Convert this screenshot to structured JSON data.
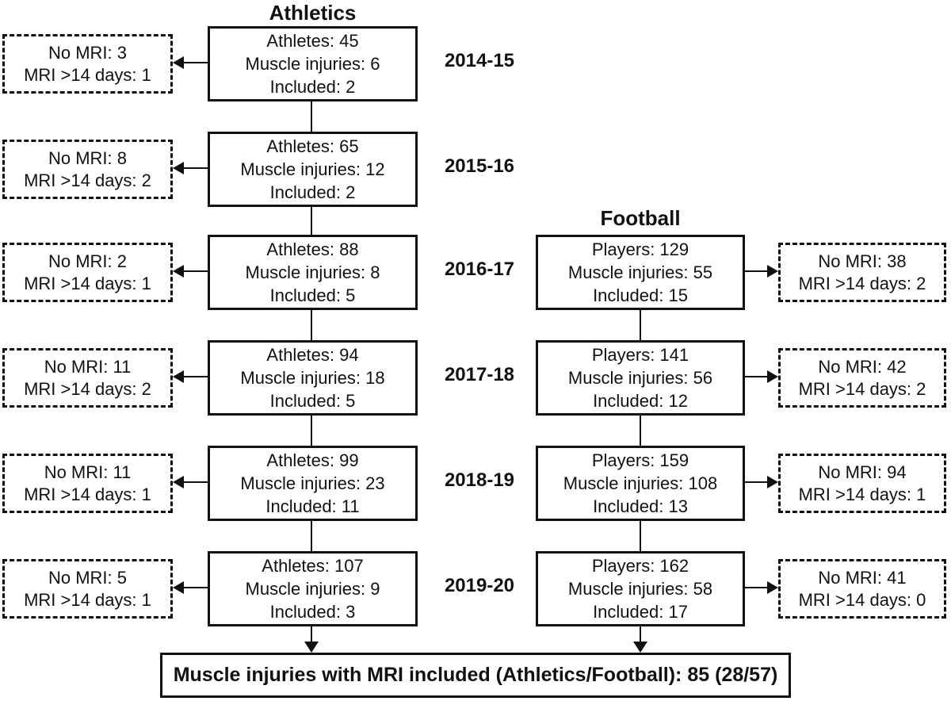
{
  "figure": {
    "background_color": "#ffffff",
    "line_color": "#111111"
  },
  "seasons": [
    "2014-15",
    "2015-16",
    "2016-17",
    "2017-18",
    "2018-19",
    "2019-20"
  ],
  "athletics": {
    "title": "Athletics",
    "rows": [
      {
        "season": "2014-15",
        "box": {
          "line1": "Athletes: 45",
          "line2": "Muscle injuries: 6",
          "line3": "Included: 2"
        },
        "excluded": {
          "line1": "No MRI: 3",
          "line2": "MRI >14 days: 1"
        }
      },
      {
        "season": "2015-16",
        "box": {
          "line1": "Athletes: 65",
          "line2": "Muscle injuries: 12",
          "line3": "Included: 2"
        },
        "excluded": {
          "line1": "No MRI: 8",
          "line2": "MRI >14 days: 2"
        }
      },
      {
        "season": "2016-17",
        "box": {
          "line1": "Athletes: 88",
          "line2": "Muscle injuries: 8",
          "line3": "Included: 5"
        },
        "excluded": {
          "line1": "No MRI: 2",
          "line2": "MRI >14 days: 1"
        }
      },
      {
        "season": "2017-18",
        "box": {
          "line1": "Athletes: 94",
          "line2": "Muscle injuries: 18",
          "line3": "Included: 5"
        },
        "excluded": {
          "line1": "No MRI: 11",
          "line2": "MRI >14 days: 2"
        }
      },
      {
        "season": "2018-19",
        "box": {
          "line1": "Athletes: 99",
          "line2": "Muscle injuries: 23",
          "line3": "Included: 11"
        },
        "excluded": {
          "line1": "No MRI: 11",
          "line2": "MRI >14 days: 1"
        }
      },
      {
        "season": "2019-20",
        "box": {
          "line1": "Athletes: 107",
          "line2": "Muscle injuries: 9",
          "line3": "Included: 3"
        },
        "excluded": {
          "line1": "No MRI: 5",
          "line2": "MRI >14 days: 1"
        }
      }
    ]
  },
  "football": {
    "title": "Football",
    "rows": [
      {
        "season": "2016-17",
        "box": {
          "line1": "Players: 129",
          "line2": "Muscle injuries: 55",
          "line3": "Included: 15"
        },
        "excluded": {
          "line1": "No MRI: 38",
          "line2": "MRI >14 days: 2"
        }
      },
      {
        "season": "2017-18",
        "box": {
          "line1": "Players: 141",
          "line2": "Muscle injuries: 56",
          "line3": "Included: 12"
        },
        "excluded": {
          "line1": "No MRI: 42",
          "line2": "MRI >14 days: 2"
        }
      },
      {
        "season": "2018-19",
        "box": {
          "line1": "Players: 159",
          "line2": "Muscle injuries: 108",
          "line3": "Included: 13"
        },
        "excluded": {
          "line1": "No MRI: 94",
          "line2": "MRI >14 days: 1"
        }
      },
      {
        "season": "2019-20",
        "box": {
          "line1": "Players: 162",
          "line2": "Muscle injuries: 58",
          "line3": "Included: 17"
        },
        "excluded": {
          "line1": "No MRI: 41",
          "line2": "MRI >14 days: 0"
        }
      }
    ]
  },
  "summary": {
    "text": "Muscle injuries with MRI included (Athletics/Football): 85 (28/57)"
  }
}
